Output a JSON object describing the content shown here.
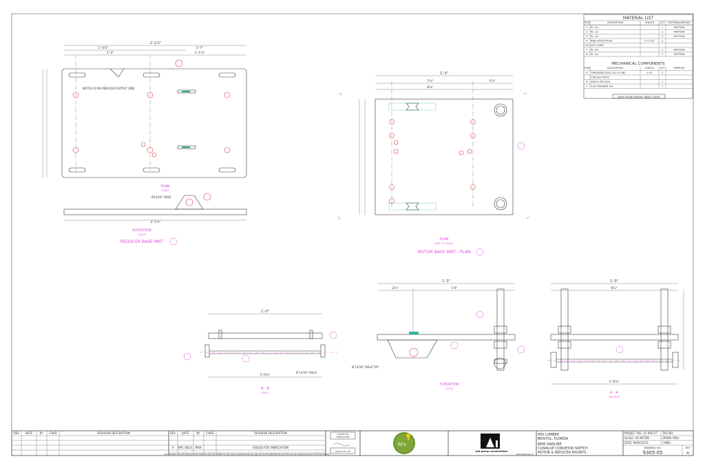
{
  "material_list": {
    "title": "MATERIAL LIST",
    "headers": [
      "ITEM",
      "DESCRIPTION",
      "LENGTH",
      "QTY",
      "PATTERN/SUPPLIER"
    ],
    "rows": [
      [
        "1",
        "PL 1/2",
        "",
        "1",
        "PATTERN"
      ],
      [
        "2",
        "PL 1/2",
        "",
        "2",
        "PATTERN"
      ],
      [
        "3",
        "PL 1/2",
        "",
        "2",
        "PATTERN"
      ],
      [
        "4",
        "RND STOCK Ø3/4",
        "1'-0 1/2\"",
        "2",
        ""
      ],
      [
        "5-6",
        "NOT USED",
        "",
        "",
        ""
      ],
      [
        "7",
        "PL 3/4",
        "",
        "1",
        "PATTERN"
      ],
      [
        "8",
        "PL 1/2",
        "",
        "2",
        "PATTERN"
      ]
    ]
  },
  "mech_components": {
    "title": "MECHANICAL COMPONENTS",
    "headers": [
      "ITEM",
      "DESCRIPTION",
      "LENGTH",
      "QTY",
      "SUPPLIER"
    ],
    "rows": [
      [
        "A",
        "THREADED ROD 3/4-10 UNC",
        "0'-8\"",
        "2",
        ""
      ],
      [
        "",
        "C/W HEX NUTS",
        "",
        "",
        ""
      ],
      [
        "B",
        "LYNCH PIN 3/16",
        "",
        "1",
        ""
      ],
      [
        "C",
        "FLAT WASHER 3/4",
        "",
        "1",
        ""
      ]
    ],
    "note": "Steel To Be Painted OBACT BLUE"
  },
  "views": {
    "reducer_plan_label": "PLAN",
    "reducer_plan_scale": "SCALE",
    "reducer_elev_label": "ELEVATION",
    "reducer_elev_scale": "SCALE",
    "reducer_title": "REDUCER BASE MNT",
    "reducer_note": "NOTCH IS ON REDUCER OUTPUT SIDE",
    "motor_plan_label": "PLAN",
    "motor_plan_scale": "NOT TO SCALE",
    "motor_title": "MOTOR BASE MNT - PLAN",
    "elevation_label": "ELEVATION",
    "elevation_scale": "SCALE",
    "bb_label": "B - B",
    "bb_scale": "SCALE",
    "aa_label": "A - A",
    "aa_scale": "SECTION",
    "hole_note_1": "Ø 13/16\" HOLE",
    "hole_note_2": "Ø 13/16\" HOLE TYP.",
    "hole_note_3": "Ø13/16\" HOLE",
    "dim_total_reducer": "2'-1½\"",
    "dim_a": "1'-4⅝\"",
    "dim_b": "1'-7\"",
    "dim_c": "1'-1⅞\"",
    "dim_d": "1'-3\"",
    "dim_motor_total": "1'-3\"",
    "dim_motor_a": "7¾\"",
    "dim_motor_b": "4⅞\"",
    "dim_motor_c": "8⅞\"",
    "dim_elev_total": "1'-3\"",
    "dim_elev_a": "2¾\"",
    "dim_elev_b": "1'6\"",
    "dim_bb_total": "1'-0\"",
    "dim_bb_bottom": "1'-0⅝\"",
    "dim_aa_total": "1'-0\"",
    "dim_aa_mid": "9¾\"",
    "dim_aa_bottom": "1'-0⅝\"",
    "dim_reducer_elev": "2'-1½\""
  },
  "revision_left": {
    "headers": [
      "REV",
      "DATE",
      "BY",
      "CHKD",
      "REVISION DESCRIPTION"
    ]
  },
  "revision_right": {
    "headers": [
      "REV",
      "DATE",
      "BY",
      "CHKD",
      "REVISION DESCRIPTION"
    ],
    "row": [
      "A",
      "APR. 08/21",
      "MSH",
      "",
      "ISSUED FOR FABRICATION"
    ]
  },
  "copyright_note": "THIS DRAWING AND THE DESIGN SHOWN THEREON, ARE THE PROPERTY OF BID GROUP CONSTRUCTION INC. AND MAY NOT BE REPRODUCED OR USED FOR ANY PURPOSE WITHOUT WRITTEN CONSENT.",
  "stamp": {
    "line1": "ISSUED FOR",
    "line2": "FABRICATION",
    "bottom": "ISSUED FOR: 3/8\""
  },
  "logos": {
    "rfx": "RFX",
    "bid": "bid group construction",
    "url": "www.bidgroup.ca"
  },
  "title_block": {
    "client": "REX LUMBER",
    "location": "BRISTOL, FLORIDA",
    "project": "NEW SAWLINE",
    "desc1": "CLEAN-UP CONVEYOR SKETCH",
    "desc2": "MOTOR & REDUCER MOUNTS",
    "project_no": "PROJECT NO. 21-090-57",
    "tag_no": "TAG NO.",
    "scale": "SCALE: AS NOTED",
    "drawn": "DRWN: MSH",
    "date": "DATE: MAR/25/21",
    "chkd": "CHKD:",
    "drawing_no_label": "DRAWING NO.",
    "drawing_no": "9305-05",
    "rev_label": "REV",
    "rev": "A"
  }
}
